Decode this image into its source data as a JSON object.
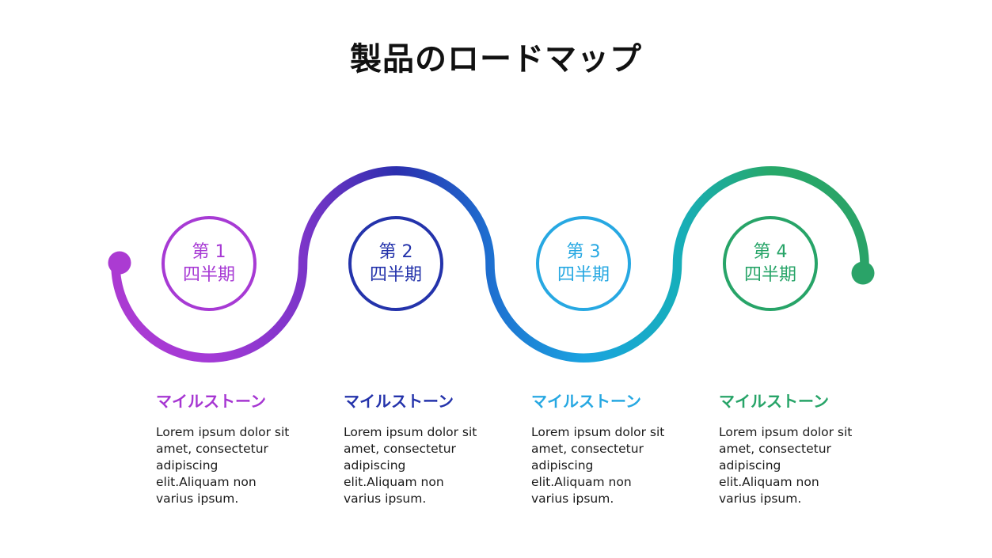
{
  "title": "製品のロードマップ",
  "wave": {
    "gradient": [
      "#ab3bd2",
      "#a43ad6",
      "#7c35c9",
      "#2b2fae",
      "#1e6fd0",
      "#1aa3e0",
      "#16aebc",
      "#27a869",
      "#2aa368"
    ],
    "start_dot_color": "#ab3bd2",
    "end_dot_color": "#2aa368"
  },
  "quarters": [
    {
      "label": "第 1\n四半期",
      "color": "#a73ad4"
    },
    {
      "label": "第 2\n四半期",
      "color": "#2433ab"
    },
    {
      "label": "第 3\n四半期",
      "color": "#27a8e2"
    },
    {
      "label": "第 4\n四半期",
      "color": "#27a468"
    }
  ],
  "milestones": [
    {
      "heading": "マイルストーン",
      "color": "#a636d2",
      "body": "Lorem ipsum dolor sit\namet, consectetur\nadipiscing\nelit.Aliquam non\nvarius ipsum."
    },
    {
      "heading": "マイルストーン",
      "color": "#2433ab",
      "body": "Lorem ipsum dolor sit\namet, consectetur\nadipiscing\nelit.Aliquam non\nvarius ipsum."
    },
    {
      "heading": "マイルストーン",
      "color": "#27a8e2",
      "body": "Lorem ipsum dolor sit\namet, consectetur\nadipiscing\nelit.Aliquam non\nvarius ipsum."
    },
    {
      "heading": "マイルストーン",
      "color": "#27a468",
      "body": "Lorem ipsum dolor sit\namet, consectetur\nadipiscing\nelit.Aliquam non\nvarius ipsum."
    }
  ]
}
